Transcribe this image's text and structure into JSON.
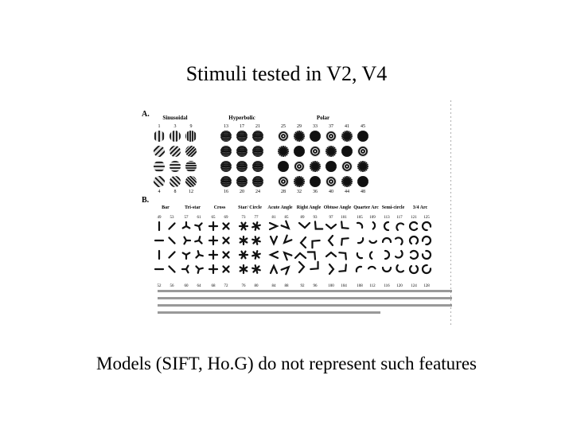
{
  "slide": {
    "title": "Stimuli tested in V2, V4",
    "caption": "Models (SIFT, Ho.G) do not represent such features"
  },
  "figure": {
    "panel_a": {
      "label": "A.",
      "groups": [
        "Sinusoidal",
        "Hyperbolic",
        "Polar"
      ],
      "top_numbers": [
        "1",
        "3",
        "9",
        "13",
        "17",
        "21",
        "25",
        "29",
        "33",
        "37",
        "41",
        "45"
      ],
      "bottom_numbers": [
        "4",
        "8",
        "12",
        "16",
        "20",
        "24",
        "28",
        "32",
        "36",
        "40",
        "44",
        "48"
      ]
    },
    "panel_b": {
      "label": "B.",
      "groups": [
        "Bar",
        "Tri-star",
        "Cross",
        "Star/ Circle",
        "Acute Angle",
        "Right Angle",
        "Obtuse Angle",
        "Quarter Arc",
        "Semi-circle",
        "3/4 Arc"
      ],
      "top_numbers": [
        "49",
        "53",
        "57",
        "61",
        "65",
        "69",
        "73",
        "77",
        "81",
        "85",
        "89",
        "93",
        "97",
        "101",
        "105",
        "109",
        "113",
        "117",
        "121",
        "125"
      ],
      "bottom_numbers": [
        "52",
        "56",
        "60",
        "64",
        "68",
        "72",
        "76",
        "80",
        "84",
        "88",
        "92",
        "96",
        "100",
        "104",
        "108",
        "112",
        "116",
        "120",
        "124",
        "128"
      ]
    }
  }
}
